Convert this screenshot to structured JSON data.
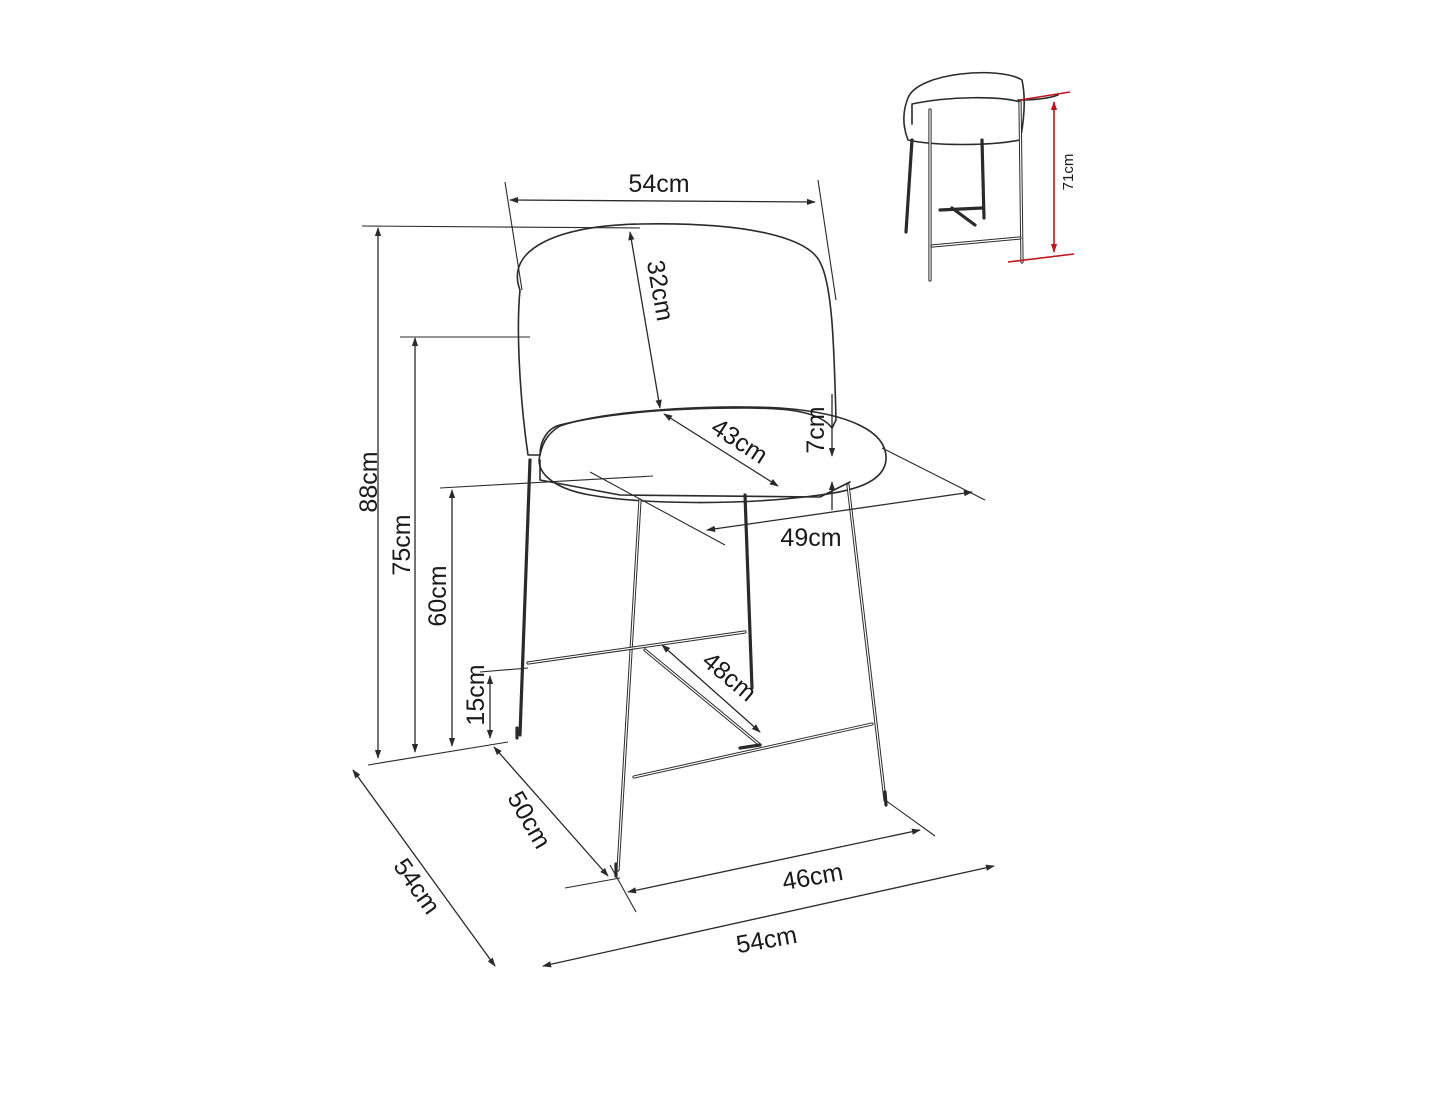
{
  "diagram": {
    "labels": {
      "back_width": "54cm",
      "back_height": "32cm",
      "seat_depth": "43cm",
      "seat_thickness": "7cm",
      "seat_width": "49cm",
      "total_height": "88cm",
      "armrest_height": "75cm",
      "seat_height": "60cm",
      "footrest_height": "15cm",
      "footrest_length": "48cm",
      "base_depth": "50cm",
      "base_width": "46cm",
      "overall_width": "54cm",
      "overall_depth": "54cm",
      "inset_back_height": "71cm"
    },
    "colors": {
      "line": "#2a2a2a",
      "accent": "#c0141b"
    }
  }
}
